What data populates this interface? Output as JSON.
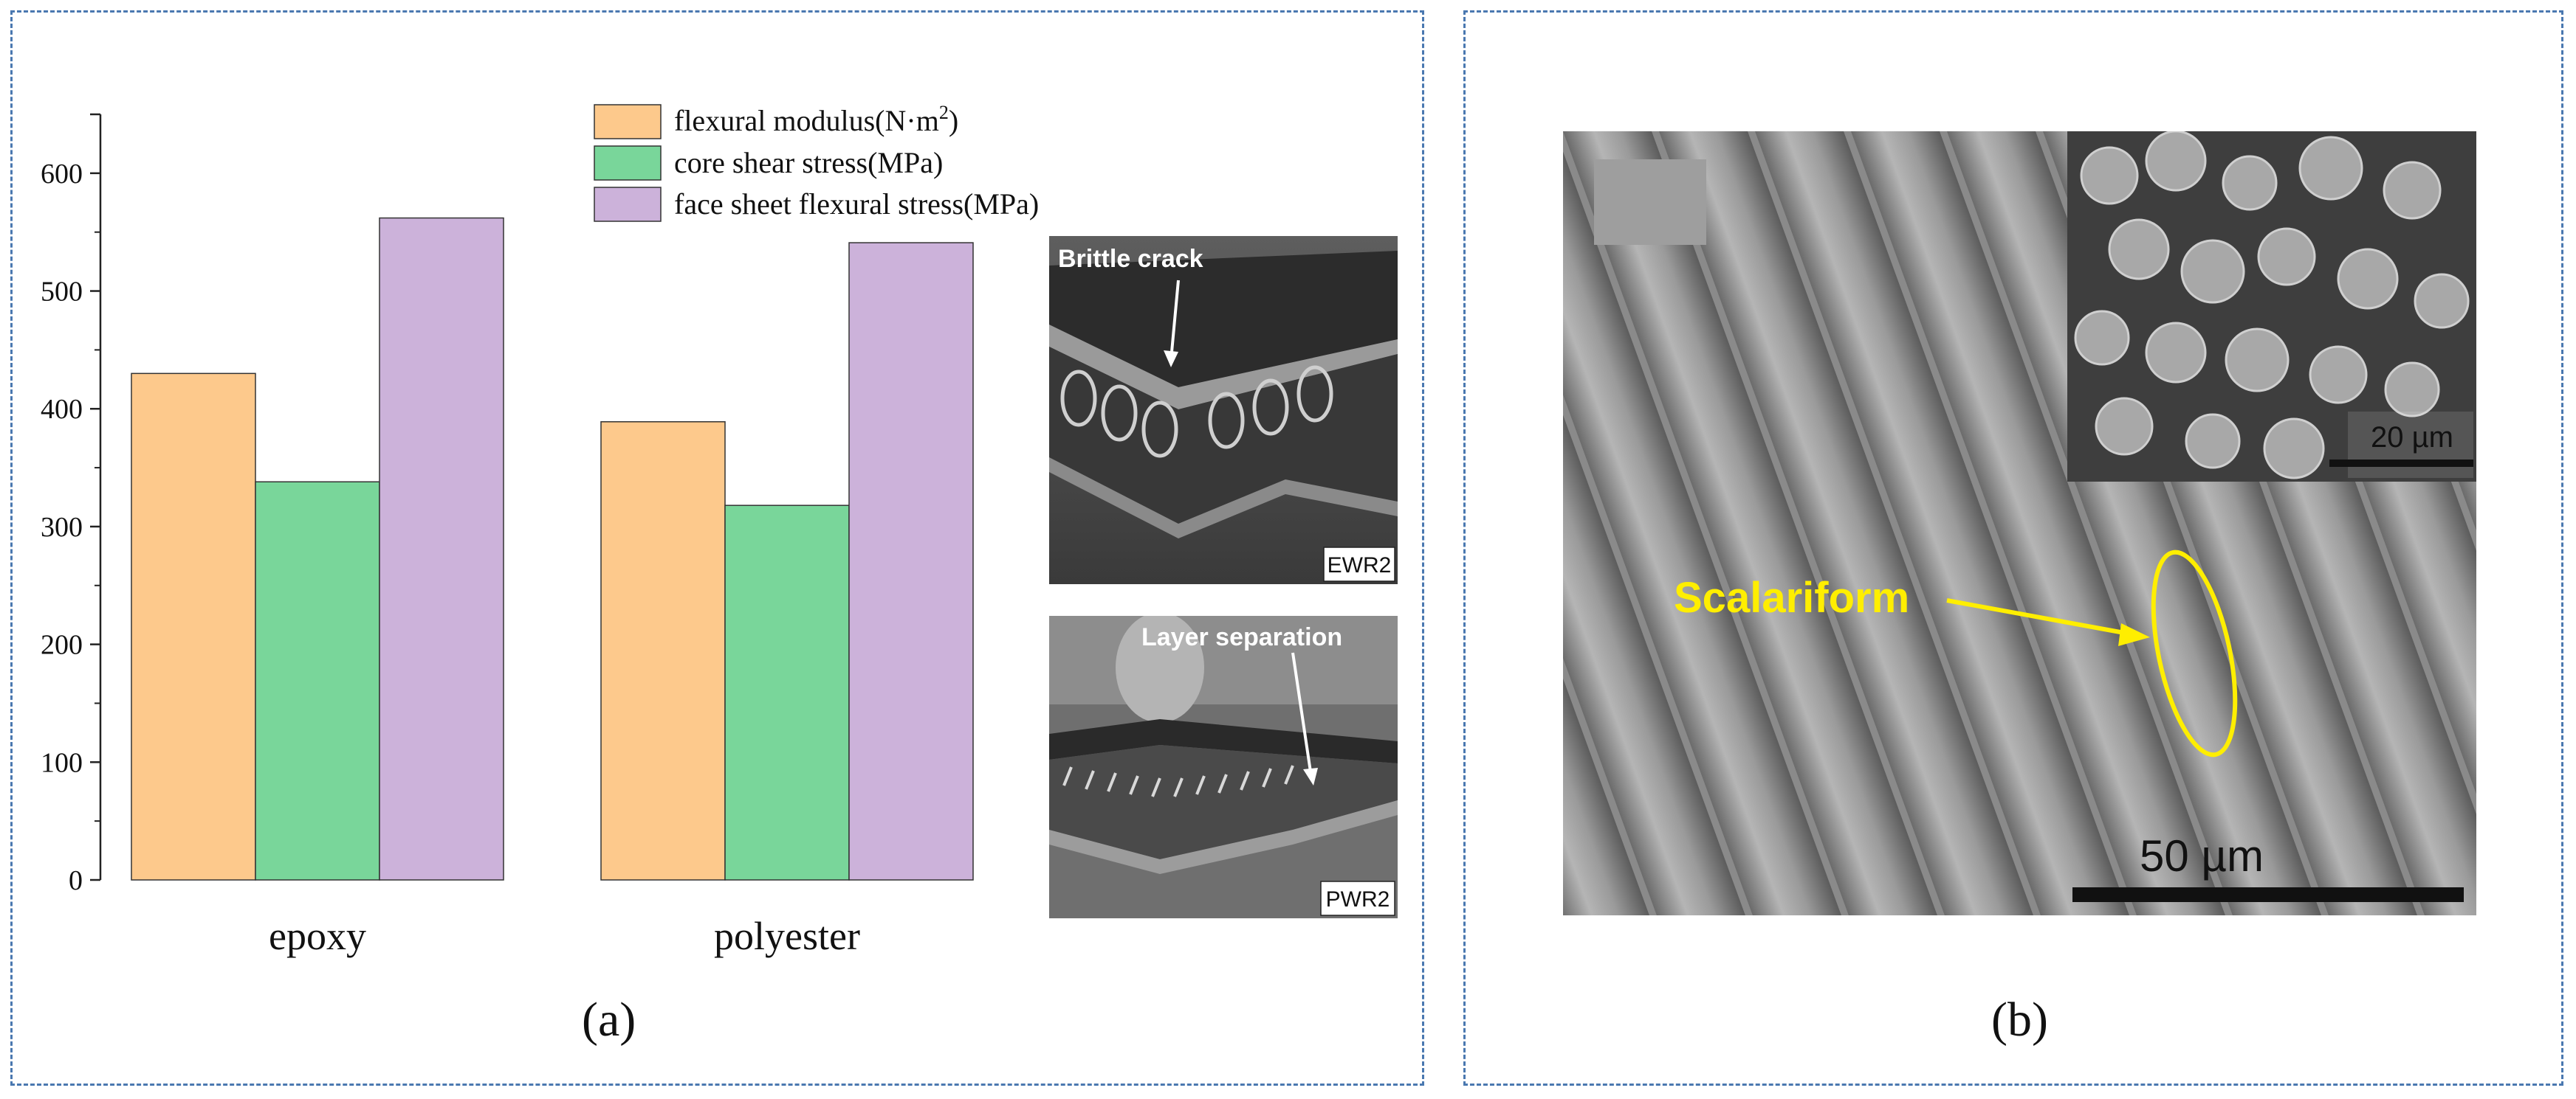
{
  "chart_data": {
    "type": "bar",
    "categories": [
      "epoxy",
      "polyester"
    ],
    "series": [
      {
        "name": "flexural modulus(N·m",
        "superscript": "2",
        "name_suffix": ")",
        "color": "#fdc98c",
        "values": [
          430,
          389
        ]
      },
      {
        "name": "core shear stress(MPa)",
        "color": "#79d69a",
        "values": [
          338,
          318
        ]
      },
      {
        "name": "face sheet flexural stress(MPa)",
        "color": "#ccb2da",
        "values": [
          562,
          541
        ]
      }
    ],
    "yticks": [
      0,
      100,
      200,
      300,
      400,
      500,
      600
    ],
    "ylim": [
      0,
      650
    ],
    "legend_position": "top-right",
    "grid": false
  },
  "panel_a": {
    "caption": "(a)",
    "photo_top": {
      "annotation": "Brittle crack",
      "tag": "EWR2"
    },
    "photo_bottom": {
      "annotation": "Layer separation",
      "tag": "PWR2"
    }
  },
  "panel_b": {
    "caption": "(b)",
    "annotation": "Scalariform",
    "annotation_color": "#ffee00",
    "scale_main": "50 µm",
    "scale_inset": "20 µm"
  }
}
